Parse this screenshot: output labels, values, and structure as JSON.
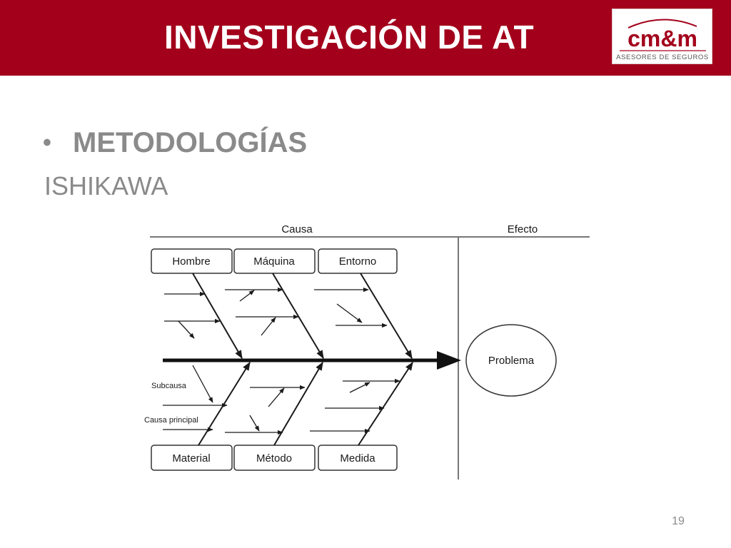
{
  "header": {
    "title": "INVESTIGACIÓN DE AT",
    "logo": {
      "main": "cm&m",
      "tagline": "ASESORES DE SEGUROS"
    }
  },
  "bullet": {
    "text": "METODOLOGÍAS"
  },
  "subtitle": "ISHIKAWA",
  "diagram": {
    "cause_header": "Causa",
    "effect_header": "Efecto",
    "top_categories": [
      "Hombre",
      "Máquina",
      "Entorno"
    ],
    "bottom_categories": [
      "Material",
      "Método",
      "Medida"
    ],
    "problem": "Problema",
    "legend_subcause": "Subcausa",
    "legend_main_cause": "Causa principal"
  },
  "page_number": "19",
  "colors": {
    "header_bg": "#a3001b",
    "text_gray": "#8a8a8a",
    "logo_red": "#a3001b"
  }
}
